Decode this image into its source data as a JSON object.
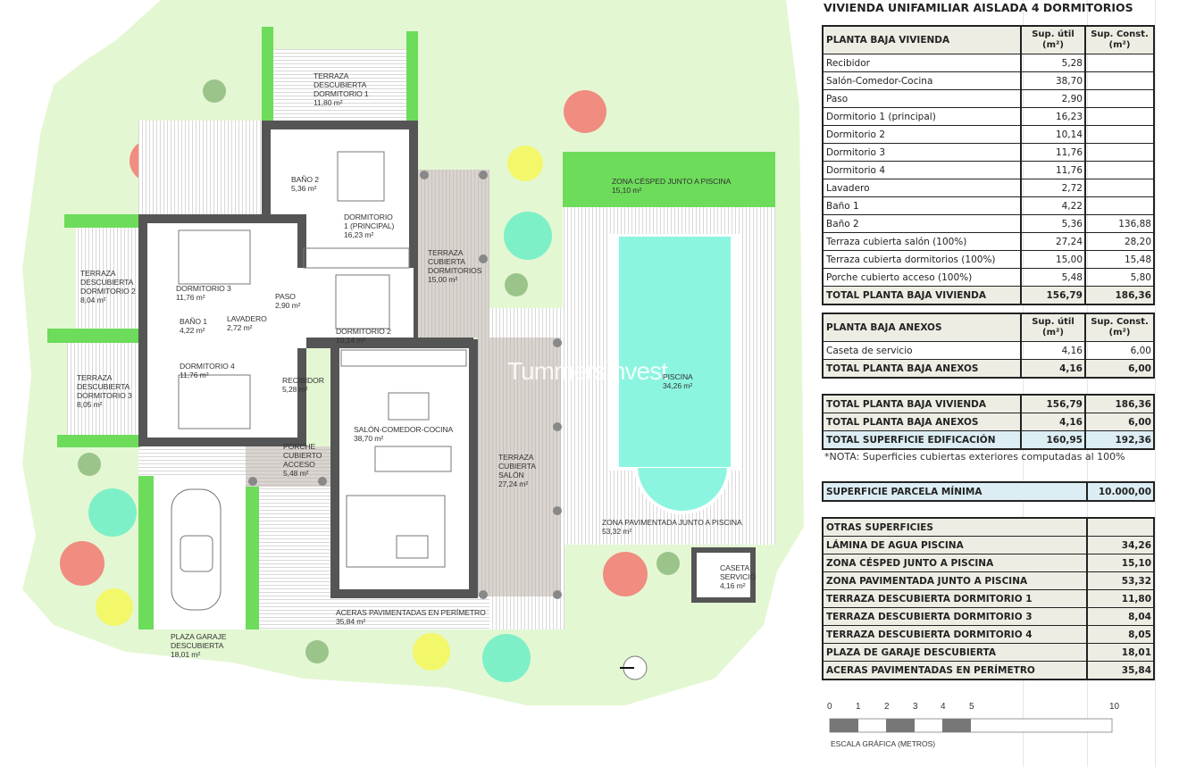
{
  "title": "VIVIENDA UNIFAMILIAR AISLADA 4 DORMITORIOS",
  "watermark": "TummersInvest",
  "colors": {
    "lawn": "#e4f7d3",
    "grass_zone": "#6cdc5a",
    "pool": "#8cf5e0",
    "walls": "#555555",
    "covered_terrace": "#d9d4cf",
    "tree_red": "#f08c80",
    "tree_cyan": "#7ef0c8",
    "tree_yellow": "#f3f76a",
    "tree_olive": "#9bc48a",
    "table_header": "#eeede4",
    "table_highlight": "#dcedf3"
  },
  "plan_labels": {
    "terraza_dorm1": {
      "name": "TERRAZA\nDESCUBIERTA\nDORMITORIO 1",
      "area": "11,80 m²"
    },
    "bano2": {
      "name": "BAÑO 2",
      "area": "5,36 m²"
    },
    "dorm1": {
      "name": "DORMITORIO\n1 (PRINCIPAL)",
      "area": "16,23 m²"
    },
    "terraza_cub_dorm": {
      "name": "TERRAZA\nCUBIERTA\nDORMITORIOS",
      "area": "15,00 m²"
    },
    "terraza_dorm2": {
      "name": "TERRAZA\nDESCUBIERTA\nDORMITORIO 2",
      "area": "8,04 m²"
    },
    "dorm3": {
      "name": "DORMITORIO 3",
      "area": "11,76 m²"
    },
    "paso": {
      "name": "PASO",
      "area": "2,90 m²"
    },
    "bano1": {
      "name": "BAÑO 1",
      "area": "4,22 m²"
    },
    "lavadero": {
      "name": "LAVADERO",
      "area": "2,72 m²"
    },
    "dorm2": {
      "name": "DORMITORIO 2",
      "area": "10,14 m²"
    },
    "dorm4": {
      "name": "DORMITORIO 4",
      "area": "11,76 m²"
    },
    "terraza_dorm3": {
      "name": "TERRAZA\nDESCUBIERTA\nDORMITORIO 3",
      "area": "8,05 m²"
    },
    "recibidor": {
      "name": "RECIBIDOR",
      "area": "5,28 m²"
    },
    "salon": {
      "name": "SALÓN-COMEDOR-COCINA",
      "area": "38,70 m²"
    },
    "porche": {
      "name": "PORCHE\nCUBIERTO\nACCESO",
      "area": "5,48 m²"
    },
    "terraza_salon": {
      "name": "TERRAZA\nCUBIERTA\nSALÓN",
      "area": "27,24 m²"
    },
    "piscina": {
      "name": "PISCINA",
      "area": "34,26 m²"
    },
    "cesped": {
      "name": "ZONA CÉSPED JUNTO A PISCINA",
      "area": "15,10 m²"
    },
    "pavimentada": {
      "name": "ZONA PAVIMENTADA JUNTO A PISCINA",
      "area": "53,32 m²"
    },
    "caseta": {
      "name": "CASETA\nSERVICIO",
      "area": "4,16 m²"
    },
    "aceras": {
      "name": "ACERAS PAVIMENTADAS EN PERÍMETRO",
      "area": "35,84 m²"
    },
    "garaje": {
      "name": "PLAZA GARAJE\nDESCUBIERTA",
      "area": "18,01 m²"
    }
  },
  "vivienda": {
    "header": [
      "PLANTA BAJA VIVIENDA",
      "Sup. útil\n(m²)",
      "Sup. Const.\n(m²)"
    ],
    "rows": [
      [
        "Recibidor",
        "5,28",
        ""
      ],
      [
        "Salón-Comedor-Cocina",
        "38,70",
        ""
      ],
      [
        "Paso",
        "2,90",
        ""
      ],
      [
        "Dormitorio 1 (principal)",
        "16,23",
        ""
      ],
      [
        "Dormitorio 2",
        "10,14",
        ""
      ],
      [
        "Dormitorio 3",
        "11,76",
        ""
      ],
      [
        "Dormitorio 4",
        "11,76",
        ""
      ],
      [
        "Lavadero",
        "2,72",
        ""
      ],
      [
        "Baño 1",
        "4,22",
        ""
      ],
      [
        "Baño 2",
        "5,36",
        "136,88"
      ],
      [
        "Terraza cubierta salón (100%)",
        "27,24",
        "28,20"
      ],
      [
        "Terraza cubierta dormitorios (100%)",
        "15,00",
        "15,48"
      ],
      [
        "Porche cubierto acceso (100%)",
        "5,48",
        "5,80"
      ]
    ],
    "total": [
      "TOTAL PLANTA BAJA VIVIENDA",
      "156,79",
      "186,36"
    ]
  },
  "anexos": {
    "header": [
      "PLANTA BAJA ANEXOS",
      "Sup. útil\n(m²)",
      "Sup. Const.\n(m²)"
    ],
    "rows": [
      [
        "Caseta de servicio",
        "4,16",
        "6,00"
      ]
    ],
    "total": [
      "TOTAL PLANTA BAJA ANEXOS",
      "4,16",
      "6,00"
    ]
  },
  "totales": [
    [
      "TOTAL PLANTA BAJA VIVIENDA",
      "156,79",
      "186,36"
    ],
    [
      "TOTAL PLANTA BAJA ANEXOS",
      "4,16",
      "6,00"
    ],
    [
      "TOTAL SUPERFICIE EDIFICACIÓN",
      "160,95",
      "192,36"
    ]
  ],
  "nota": "*NOTA: Superficies cubiertas exteriores computadas al 100%",
  "parcela": [
    "SUPERFICIE PARCELA MÍNIMA",
    "10.000,00"
  ],
  "otras": {
    "header": "OTRAS SUPERFICIES",
    "rows": [
      [
        "LÁMINA DE AGUA PISCINA",
        "34,26"
      ],
      [
        "ZONA CÉSPED JUNTO A PISCINA",
        "15,10"
      ],
      [
        "ZONA PAVIMENTADA JUNTO A PISCINA",
        "53,32"
      ],
      [
        "TERRAZA DESCUBIERTA DORMITORIO 1",
        "11,80"
      ],
      [
        "TERRAZA DESCUBIERTA DORMITORIO 3",
        "8,04"
      ],
      [
        "TERRAZA DESCUBIERTA DORMITORIO 4",
        "8,05"
      ],
      [
        "PLAZA DE GARAJE DESCUBIERTA",
        "18,01"
      ],
      [
        "ACERAS PAVIMENTADAS EN PERÍMETRO",
        "35,84"
      ]
    ]
  },
  "scale": {
    "ticks": [
      "0",
      "1",
      "2",
      "3",
      "4",
      "5",
      "10"
    ],
    "caption": "ESCALA GRÁFICA (METROS)"
  }
}
